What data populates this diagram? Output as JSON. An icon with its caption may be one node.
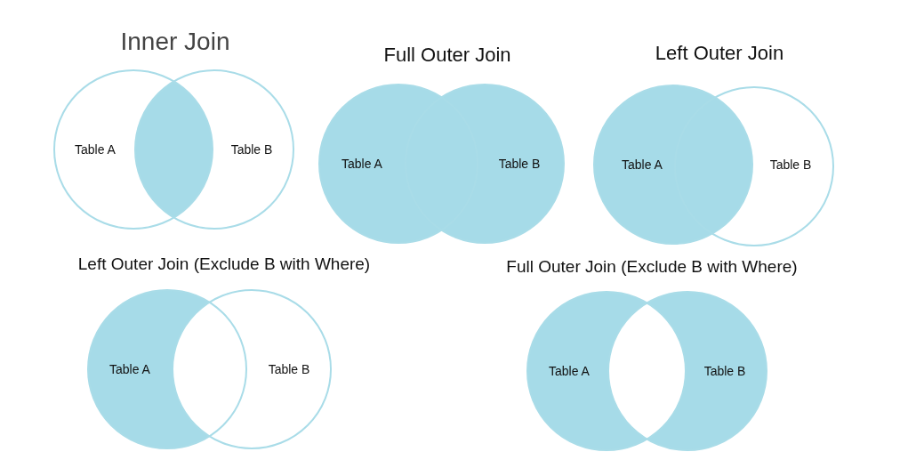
{
  "diagram": {
    "nodes": [
      {
        "text": [
          "Table A"
        ]
      },
      {
        "text": [
          "Table B"
        ]
      },
      {
        "text": [
          "Table A"
        ]
      },
      {
        "text": [
          "Table B"
        ]
      },
      {
        "text": [
          "Table A"
        ]
      },
      {
        "text": [
          "Table B"
        ]
      },
      {
        "text": [
          "Table A"
        ]
      },
      {
        "text": [
          "Table B"
        ]
      },
      {
        "text": [
          "Table A"
        ]
      },
      {
        "text": [
          "Table B"
        ]
      }
    ],
    "labels": [
      "Inner Join",
      "Full Outer Join",
      "Left Outer Join",
      "Left Outer Join (Exclude B with Where)",
      "Full Outer Join (Exclude B with Where)"
    ]
  }
}
